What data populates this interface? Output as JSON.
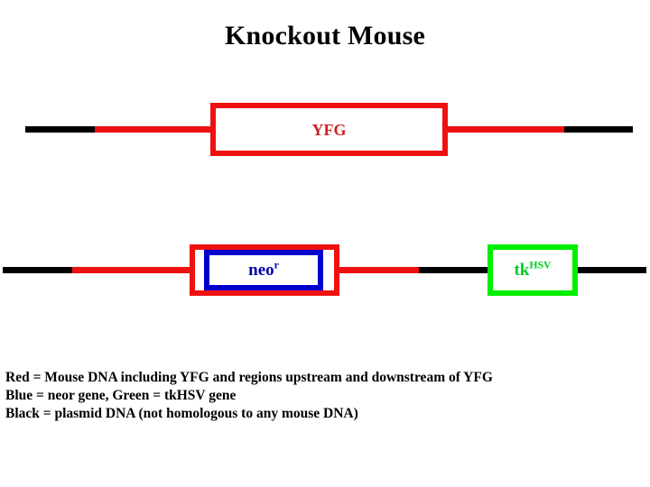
{
  "slide": {
    "title": "Knockout Mouse",
    "background_color": "#ffffff"
  },
  "colors": {
    "red": "#ee1111",
    "blue": "#0000cc",
    "green": "#00ee00",
    "black": "#000000",
    "label_red": "#cc2222",
    "label_blue": "#0000aa",
    "label_green": "#00cc22"
  },
  "diagram": {
    "row1": {
      "name": "targeted-locus-wild-type",
      "segments": [
        {
          "id": "black-left",
          "color": "black"
        },
        {
          "id": "red-left",
          "color": "red"
        },
        {
          "id": "red-right",
          "color": "red"
        },
        {
          "id": "black-right",
          "color": "black"
        }
      ],
      "box": {
        "label": "YFG",
        "border_color": "red",
        "label_color": "label_red"
      }
    },
    "row2": {
      "name": "targeting-vector-construct",
      "segments": [
        {
          "id": "black-left",
          "color": "black"
        },
        {
          "id": "red-left",
          "color": "red"
        },
        {
          "id": "red-right",
          "color": "red"
        },
        {
          "id": "black-mid",
          "color": "black"
        },
        {
          "id": "black-right",
          "color": "black"
        }
      ],
      "neo_box": {
        "label_base": "neo",
        "label_sup": "r",
        "outer_border_color": "red",
        "inner_border_color": "blue",
        "label_color": "label_blue"
      },
      "tk_box": {
        "label_base": "tk",
        "label_sup": "HSV",
        "border_color": "green",
        "label_color": "label_green"
      }
    }
  },
  "legend": {
    "lines": [
      "Red = Mouse DNA including YFG and regions upstream and downstream of YFG",
      "Blue = neor gene, Green = tkHSV gene",
      "Black = plasmid DNA (not homologous to any mouse DNA)"
    ]
  }
}
